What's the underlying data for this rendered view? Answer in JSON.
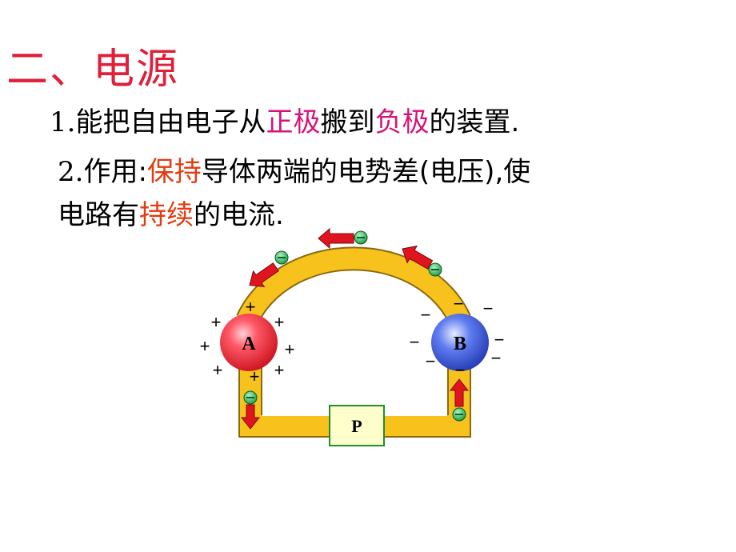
{
  "heading": "二、电源",
  "item1": {
    "number": "1.",
    "before": "能把自由电子从",
    "positive": "正极",
    "middle": "搬到",
    "negative": "负极",
    "after": "的装置."
  },
  "item2": {
    "number": "2.",
    "before": "作用:",
    "keep": "保持",
    "middle": "导体两端的电势差(电压),使",
    "line2_before": "电路有",
    "continuous": "持续",
    "line2_after": "的电流."
  },
  "diagram": {
    "sphere_a_label": "A",
    "sphere_b_label": "B",
    "box_label": "P",
    "plus_sign": "+",
    "minus_sign": "−"
  },
  "colors": {
    "title": "#e0203a",
    "highlight_pink": "#d4147a",
    "highlight_orange": "#e23c10",
    "conductor": "#f7c21c",
    "arrow": "#e0141e",
    "electron": "#1faa4a",
    "sphere_a": "#f0323c",
    "sphere_b": "#3a56d8",
    "box_fill": "#ffffcc",
    "box_border": "#1f8f2a"
  }
}
